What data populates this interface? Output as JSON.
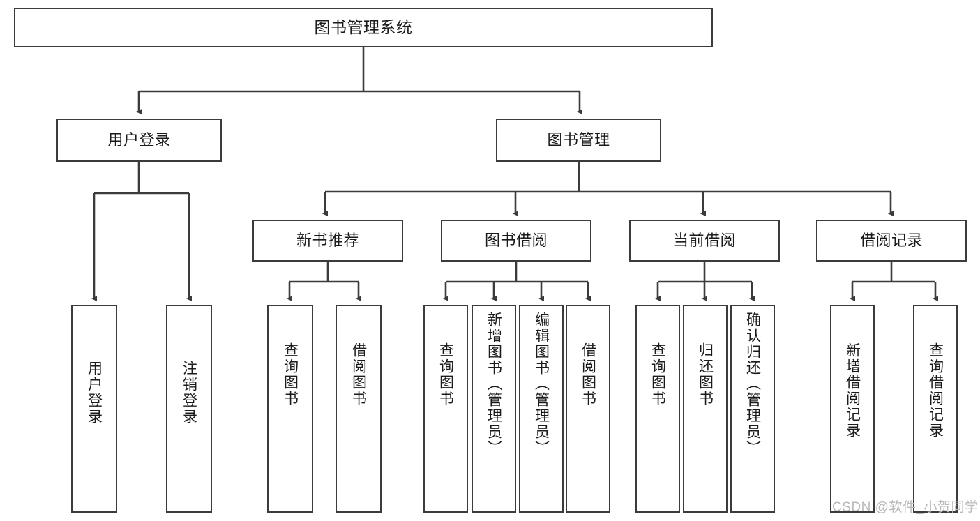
{
  "diagram": {
    "title": "图书管理系统",
    "type": "tree-hierarchy",
    "stroke_color": "#3b3b3b",
    "background_color": "#ffffff",
    "text_color": "#1b1b1b"
  },
  "nodes": {
    "root": {
      "label": "图书管理系统"
    },
    "level2": [
      {
        "label": "用户登录"
      },
      {
        "label": "图书管理"
      }
    ],
    "level3": [
      {
        "label": "新书推荐"
      },
      {
        "label": "图书借阅"
      },
      {
        "label": "当前借阅"
      },
      {
        "label": "借阅记录"
      }
    ],
    "leaves": {
      "user_login": [
        {
          "label": "用户登录"
        },
        {
          "label": "注销登录"
        }
      ],
      "new_book": [
        {
          "label": "查询图书"
        },
        {
          "label": "借阅图书"
        }
      ],
      "book_borrow": [
        {
          "label": "查询图书"
        },
        {
          "label": "新增图书（管理员）"
        },
        {
          "label": "编辑图书（管理员）"
        },
        {
          "label": "借阅图书"
        }
      ],
      "current_borrow": [
        {
          "label": "查询图书"
        },
        {
          "label": "归还图书"
        },
        {
          "label": "确认归还（管理员）"
        }
      ],
      "borrow_record": [
        {
          "label": "新增借阅记录"
        },
        {
          "label": "查询借阅记录"
        }
      ]
    }
  },
  "watermark": {
    "text": "CSDN @软件_小贺同学"
  }
}
